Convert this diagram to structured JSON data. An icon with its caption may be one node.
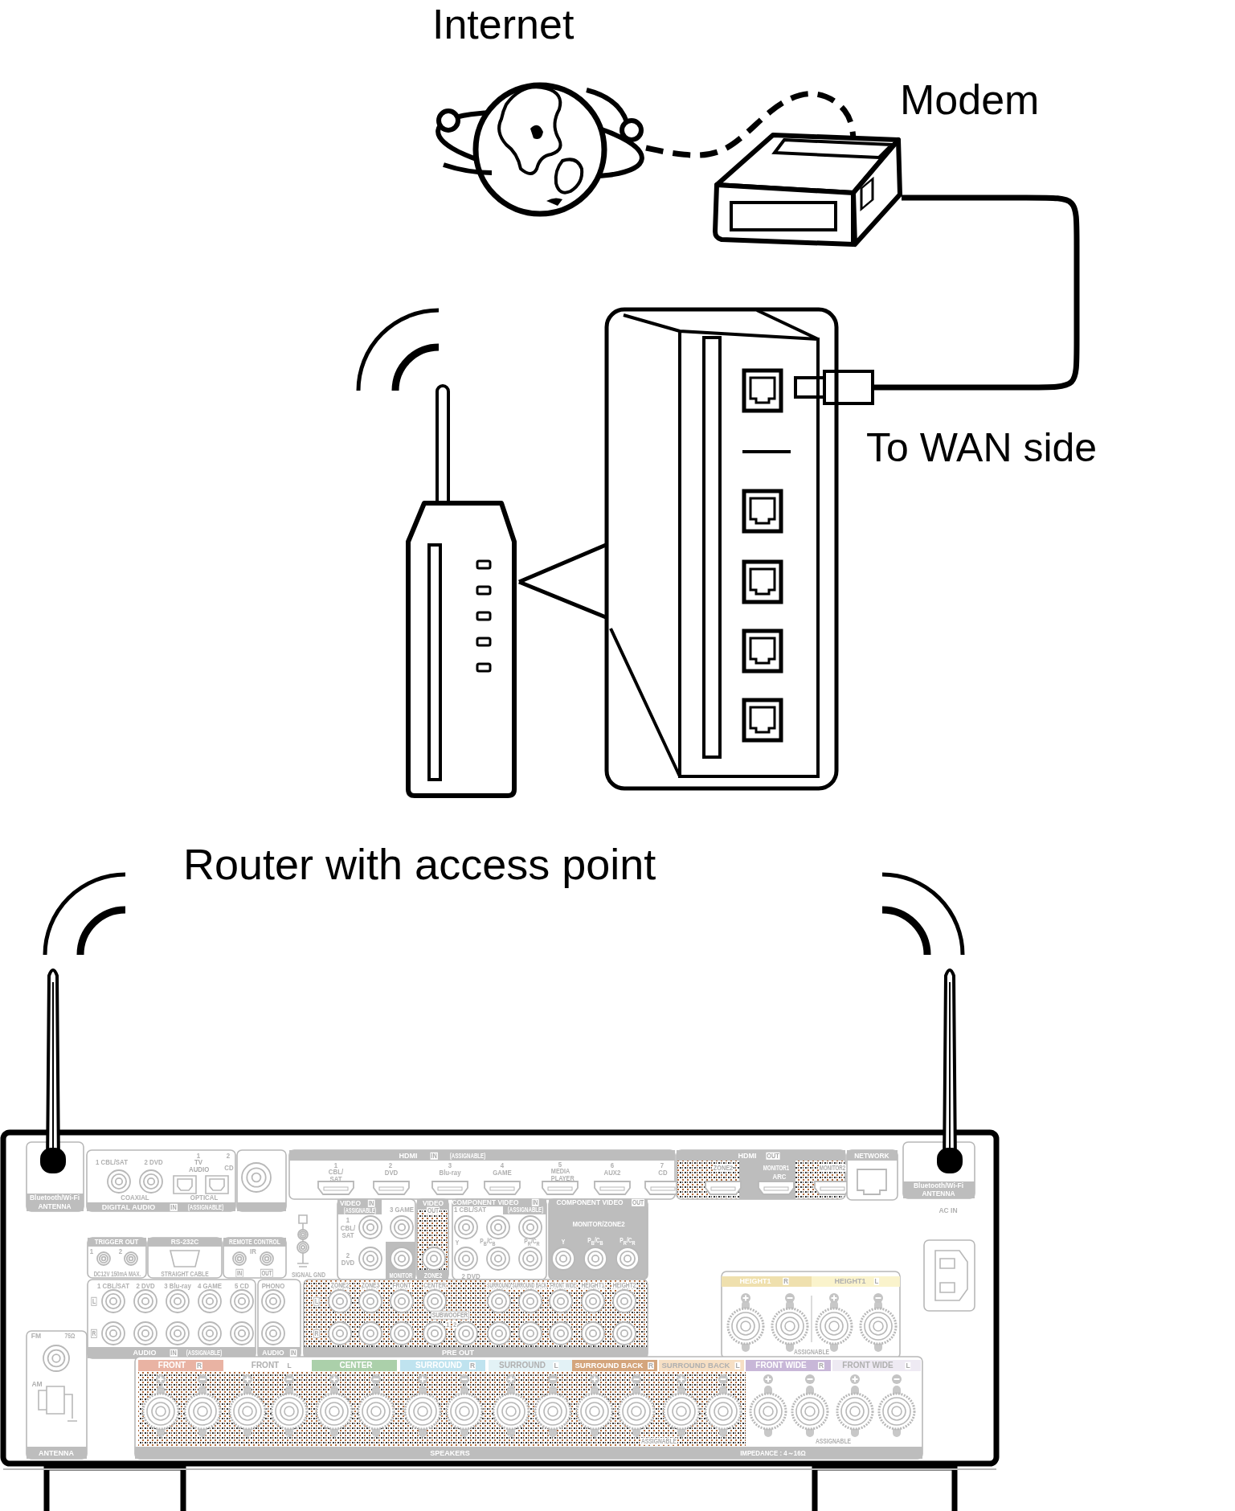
{
  "diagram": {
    "nodes": [
      {
        "text": [
          "Internet"
        ]
      },
      {
        "text": [
          "Modem"
        ]
      },
      {
        "text": [
          "Router with access point"
        ]
      },
      {
        "text": [],
        "shape": "picture",
        "beside": [
          "To WAN side"
        ]
      }
    ],
    "edges": [
      {
        "from": 0,
        "to": 1,
        "arrow": "none",
        "style": "dashed"
      },
      {
        "from": 1,
        "to": 3,
        "arrow": "none"
      }
    ],
    "labels": [
      "1",
      "2",
      "HDMI",
      "IN",
      "(ASSIGNABLE)",
      "HDMI",
      "OUT",
      "NETWORK",
      "1 CBL/SAT",
      "2 DVD",
      "TV AUDIO",
      "CD",
      "1",
      "2",
      "3",
      "4",
      "5",
      "6",
      "7",
      "ZONE2",
      "MONITOR1",
      "MONITOR2",
      "CBL/ SAT",
      "DVD",
      "Blu-ray",
      "GAME",
      "MEDIA PLAYER",
      "AUX2",
      "CD",
      "ARC",
      "Bluetooth/Wi-Fi",
      "ANTENNA",
      "Bluetooth/Wi-Fi",
      "COAXIAL",
      "OPTICAL",
      "VIDEO",
      "IN",
      "VIDEO",
      "COMPONENT VIDEO",
      "IN",
      "COMPONENT VIDEO",
      "OUT",
      "ANTENNA",
      "DIGITAL AUDIO",
      "IN",
      "(ASSIGNABLE)",
      "(ASSIGNABLE)",
      "3 GAME",
      "OUT",
      "1 CBL/SAT",
      "(ASSIGNABLE)",
      "AC IN",
      "1",
      "MONITOR/ZONE2",
      "CBL/ SAT",
      "TRIGGER OUT",
      "RS-232C",
      "REMOTE CONTROL",
      "Y",
      "P$_{B}$/C$_{B}$",
      "P$_{R}$/C$_{R}$",
      "Y",
      "P$_{B}$/C$_{B}$",
      "P$_{R}$/C$_{R}$",
      "1",
      "2",
      "IR",
      "2",
      "DVD",
      "DC12V 150mA MAX.",
      "STRAIGHT CABLE",
      "IN",
      "OUT",
      "SIGNAL GND",
      "MONITOR",
      "ZONE2",
      "2 DVD",
      "HEIGHT1",
      "R",
      "HEIGHT1",
      "L",
      "1 CBL/SAT",
      "2 DVD",
      "3 Blu-ray",
      "4 GAME",
      "5 CD",
      "PHONO",
      "ZONE2",
      "ZONE3",
      "FRONT",
      "CENTER",
      "SURROUND",
      "SURROUND BACK",
      "FRONT WIDE",
      "HEIGHT1",
      "HEIGHT2",
      "L",
      "L",
      "SUBWOOFER",
      "1",
      "2",
      "R",
      "R",
      "FM",
      "75Ω",
      "AUDIO",
      "IN",
      "(ASSIGNABLE)",
      "AUDIO",
      "IN",
      "PRE OUT",
      "ASSIGNABLE",
      "FRONT",
      "R",
      "FRONT",
      "L",
      "CENTER",
      "SURROUND",
      "R",
      "SURROUND",
      "L",
      "SURROUND BACK",
      "R",
      "SURROUND BACK",
      "L",
      "FRONT WIDE",
      "R",
      "FRONT WIDE",
      "L",
      "AM",
      "ASSIGNABLE",
      "ASSIGNABLE",
      "ANTENNA",
      "SPEAKERS",
      "IMPEDANCE : 4～16Ω"
    ]
  }
}
